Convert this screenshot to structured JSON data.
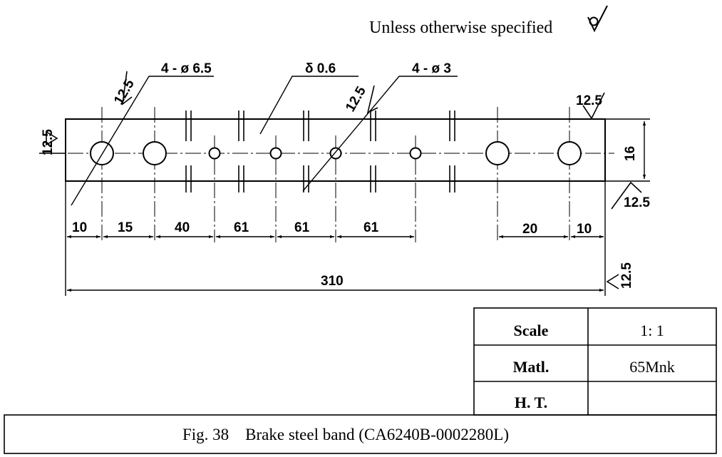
{
  "note": {
    "text": "Unless otherwise specified"
  },
  "callouts": {
    "large_holes": "4 - ø 6.5",
    "thickness": "δ 0.6",
    "small_holes": "4 - ø 3"
  },
  "roughness": {
    "left_end": "12.5",
    "top_left": "12.5",
    "top_mid": "12.5",
    "top_right": "12.5",
    "bottom_right": "12.5",
    "overall_end": "12.5"
  },
  "dimensions": {
    "d1": "10",
    "d2": "15",
    "d3": "40",
    "d4": "61",
    "d5": "61",
    "d6": "61",
    "d7": "20",
    "d8": "10",
    "overall": "310",
    "width": "16"
  },
  "title_block": {
    "rows": [
      {
        "label": "Scale",
        "value": "1: 1"
      },
      {
        "label": "Matl.",
        "value": "65Mnk"
      },
      {
        "label": "H. T.",
        "value": ""
      }
    ]
  },
  "caption": "Fig. 38    Brake steel band (CA6240B-0002280L)"
}
